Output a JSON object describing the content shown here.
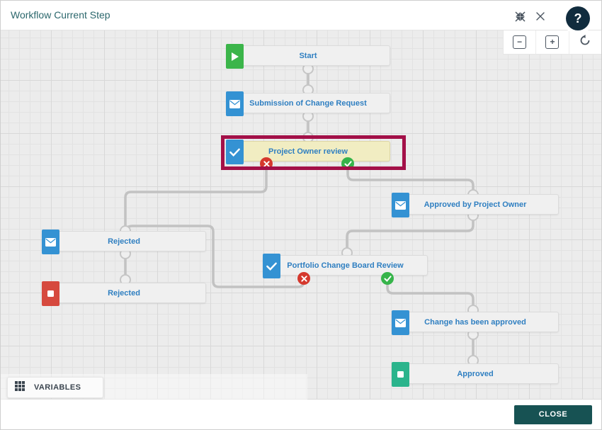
{
  "window": {
    "title": "Workflow Current Step"
  },
  "header": {
    "help_text": "?",
    "icons": [
      "compress-icon",
      "close-icon",
      "help-icon"
    ]
  },
  "zoom_toolbar": {
    "zoom_out": "−",
    "zoom_in": "+",
    "icons": [
      "zoom-out-icon",
      "zoom-in-icon",
      "reset-icon"
    ]
  },
  "nodes": [
    {
      "label": "Start",
      "type": "start",
      "icon": "play-icon",
      "icon_color": "#3bb54a",
      "highlighted": false
    },
    {
      "label": "Submission of Change Request",
      "type": "message",
      "icon": "mail-icon",
      "icon_color": "#3492d3",
      "highlighted": false
    },
    {
      "label": "Project Owner review",
      "type": "review",
      "icon": "check-icon",
      "icon_color": "#3492d3",
      "highlighted": true,
      "outputs": [
        "reject",
        "approve"
      ]
    },
    {
      "label": "Approved by Project Owner",
      "type": "message",
      "icon": "mail-icon",
      "icon_color": "#3492d3",
      "highlighted": false
    },
    {
      "label": "Rejected",
      "type": "message",
      "icon": "mail-icon",
      "icon_color": "#3492d3",
      "highlighted": false
    },
    {
      "label": "Portfolio Change Board Review",
      "type": "review",
      "icon": "check-icon",
      "icon_color": "#3492d3",
      "highlighted": false,
      "outputs": [
        "reject",
        "approve"
      ]
    },
    {
      "label": "Rejected",
      "type": "end",
      "icon": "stop-icon",
      "icon_color": "#d6493e",
      "highlighted": false
    },
    {
      "label": "Change has been approved",
      "type": "message",
      "icon": "mail-icon",
      "icon_color": "#3492d3",
      "highlighted": false
    },
    {
      "label": "Approved",
      "type": "end",
      "icon": "stop-icon",
      "icon_color": "#2bb48c",
      "highlighted": false
    }
  ],
  "variables_button": {
    "label": "VARIABLES",
    "icon": "grid-icon"
  },
  "footer": {
    "close_label": "CLOSE"
  },
  "colors": {
    "highlight_border": "#a31048",
    "highlight_fill": "#f1edc2",
    "node_label": "#2f7fc1",
    "badge_reject": "#d5382d",
    "badge_approve": "#36b44a",
    "connector": "#c2c2c2",
    "close_button": "#175253",
    "title_text": "#2b676c",
    "help_button": "#112c3e"
  }
}
